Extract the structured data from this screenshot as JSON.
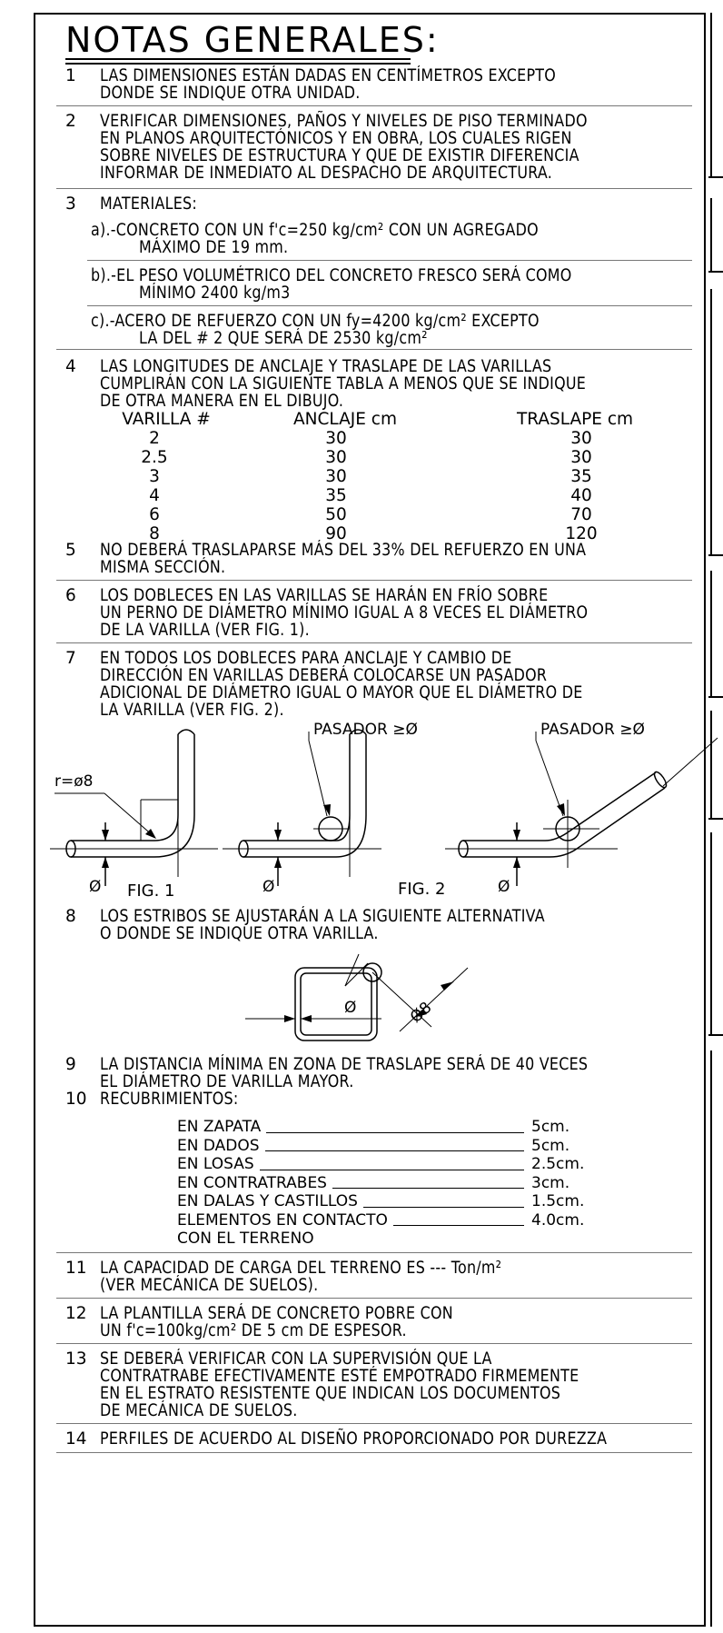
{
  "title": "NOTAS GENERALES:",
  "notes": {
    "n1_num": "1",
    "n1_l1": "LAS DIMENSIONES ESTÁN DADAS EN CENTÍMETROS EXCEPTO",
    "n1_l2": "DONDE SE INDIQUE OTRA UNIDAD.",
    "n2_num": "2",
    "n2_l1": "VERIFICAR DIMENSIONES, PAÑOS Y NIVELES DE PISO TERMINADO",
    "n2_l2": "EN PLANOS ARQUITECTÓNICOS Y EN OBRA, LOS CUALES RIGEN",
    "n2_l3": "SOBRE NIVELES DE ESTRUCTURA Y QUE DE EXISTIR DIFERENCIA",
    "n2_l4": "INFORMAR DE INMEDIATO AL DESPACHO DE ARQUITECTURA.",
    "n3_num": "3",
    "n3_l1": "MATERIALES:",
    "n3a_l1": "a).-CONCRETO CON UN f'c=250 kg/cm² CON UN AGREGADO",
    "n3a_l2": "MÁXIMO DE 19 mm.",
    "n3b_l1": "b).-EL PESO VOLUMÉTRICO DEL CONCRETO FRESCO SERÁ COMO",
    "n3b_l2": "MÍNIMO 2400 kg/m3",
    "n3c_l1": "c).-ACERO DE REFUERZO CON UN fy=4200 kg/cm² EXCEPTO",
    "n3c_l2": "LA DEL # 2 QUE SERÁ DE 2530 kg/cm²",
    "n4_num": "4",
    "n4_l1": "LAS LONGITUDES DE ANCLAJE Y TRASLAPE DE LAS VARILLAS",
    "n4_l2": "CUMPLIRÁN CON LA SIGUIENTE TABLA A MENOS QUE SE INDIQUE",
    "n4_l3": "DE OTRA MANERA EN EL DIBUJO.",
    "n5_num": "5",
    "n5_l1": "NO DEBERÁ TRASLAPARSE MÁS DEL 33% DEL REFUERZO EN UNA",
    "n5_l2": "MISMA SECCIÓN.",
    "n6_num": "6",
    "n6_l1": "LOS DOBLECES EN LAS VARILLAS SE HARÁN EN FRÍO SOBRE",
    "n6_l2": "UN PERNO DE DIÁMETRO MÍNIMO IGUAL A 8 VECES EL DIÁMETRO",
    "n6_l3": "DE LA VARILLA (VER FIG. 1).",
    "n7_num": "7",
    "n7_l1": "EN TODOS LOS DOBLECES PARA ANCLAJE Y CAMBIO DE",
    "n7_l2": "DIRECCIÓN EN VARILLAS DEBERÁ COLOCARSE UN PASADOR",
    "n7_l3": "ADICIONAL DE DIÁMETRO IGUAL O MAYOR QUE EL DIÁMETRO DE",
    "n7_l4": "LA VARILLA (VER FIG. 2).",
    "n8_num": "8",
    "n8_l1": "LOS ESTRIBOS SE AJUSTARÁN A LA SIGUIENTE ALTERNATIVA",
    "n8_l2": "O DONDE SE INDIQUE OTRA VARILLA.",
    "n9_num": "9",
    "n9_l1": "LA DISTANCIA MÍNIMA EN ZONA DE TRASLAPE SERÁ DE 40 VECES",
    "n9_l2": "EL DIÁMETRO DE   VARILLA MAYOR.",
    "n10_num": "10",
    "n10_l1": "RECUBRIMIENTOS:",
    "n11_num": "11",
    "n11_l1": "LA CAPACIDAD DE CARGA DEL TERRENO ES --- Ton/m²",
    "n11_l2": "(VER MECÁNICA DE SUELOS).",
    "n12_num": "12",
    "n12_l1": "LA PLANTILLA SERÁ DE CONCRETO POBRE CON",
    "n12_l2": "UN f'c=100kg/cm² DE 5 cm DE ESPESOR.",
    "n13_num": "13",
    "n13_l1": "SE DEBERÁ VERIFICAR CON LA SUPERVISIÓN QUE LA",
    "n13_l2": "CONTRATRABE EFECTIVAMENTE ESTÉ EMPOTRADO FIRMEMENTE",
    "n13_l3": "EN EL ESTRATO RESISTENTE QUE INDICAN LOS DOCUMENTOS",
    "n13_l4": "DE MECÁNICA DE SUELOS.",
    "n14_num": "14",
    "n14_l1": "PERFILES DE ACUERDO AL DISEÑO PROPORCIONADO POR DUREZZA"
  },
  "table": {
    "headers": [
      "VARILLA #",
      "ANCLAJE cm",
      "TRASLAPE cm"
    ],
    "rows": [
      [
        "2",
        "30",
        "30"
      ],
      [
        "2.5",
        "30",
        "30"
      ],
      [
        "3",
        "30",
        "35"
      ],
      [
        "4",
        "35",
        "40"
      ],
      [
        "6",
        "50",
        "70"
      ],
      [
        "8",
        "90",
        "120"
      ]
    ]
  },
  "figures": {
    "r_label": "r=ø8",
    "pasador_1": "PASADOR ≥Ø",
    "pasador_2": "PASADOR ≥Ø",
    "fig1": "FIG. 1",
    "fig2": "FIG. 2",
    "diam": "Ø",
    "stirrup_diam": "Ø",
    "stirrup_d8": "Ø8"
  },
  "covers": [
    {
      "label": "EN ZAPATA",
      "value": "5cm."
    },
    {
      "label": "EN DADOS",
      "value": "5cm."
    },
    {
      "label": "EN LOSAS",
      "value": "2.5cm."
    },
    {
      "label": "EN CONTRATRABES",
      "value": "3cm."
    },
    {
      "label": "EN DALAS Y CASTILLOS",
      "value": "1.5cm."
    },
    {
      "label": "ELEMENTOS EN CONTACTO",
      "value": "4.0cm."
    }
  ],
  "cover_extra": "CON EL TERRENO"
}
